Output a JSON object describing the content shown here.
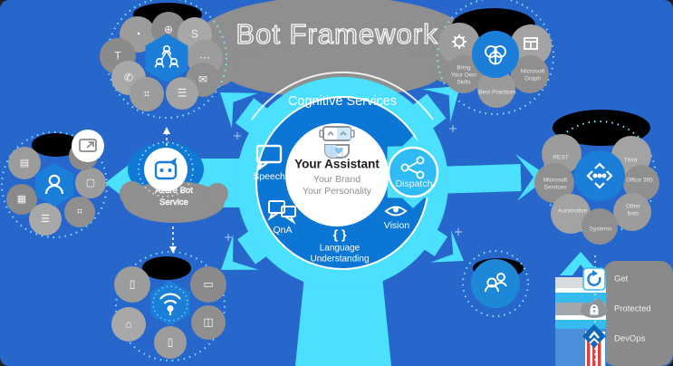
{
  "title": "Bot Framework",
  "cognitive": {
    "label": "Cognitive Services",
    "assistant_name": "Your Assistant",
    "brand": "Your Brand",
    "personality": "Your Personality",
    "services": {
      "speech": "Speech",
      "qna": "QnA",
      "braces": "{ }",
      "language_line1": "Language",
      "language_line2": "Understanding",
      "vision": "Vision",
      "dispatch": "Dispatch"
    }
  },
  "azure_bot_service": {
    "line1": "Azure Bot",
    "line2": "Service"
  },
  "clusters": {
    "skills": {
      "left_line1": "Bring",
      "left_line2": "Your Own",
      "left_line3": "Skills",
      "right_line1": "Microsoft",
      "right_line2": "Graph",
      "bottom": "Best Practices"
    },
    "integrations": {
      "tl": "REST",
      "ml1": "Microsoft",
      "ml2": "Services",
      "bl": "Automotive",
      "tr": "Third",
      "mr": "Office 365",
      "br1": "Other",
      "br2": "bots",
      "bc": "Systems"
    }
  },
  "deployment": {
    "item1": "Get",
    "item2": "Protected",
    "item3": "DevOps"
  },
  "icons": {
    "petals_channels": [
      "◔",
      "⊕",
      "S",
      "T",
      "⋯",
      "✆",
      "✉",
      "⌗",
      "☰"
    ],
    "petals_users": [
      "▤",
      "▦",
      "☰",
      "⌗",
      "▢"
    ],
    "petals_devices": [
      "▯",
      "▭",
      "⌂",
      "◫",
      "▯"
    ]
  },
  "colors": {
    "background": "#2766cb",
    "cyan": "#4be0fd",
    "cognitive_blue": "#0c76d4",
    "dispatch_blue": "#2fbbf3",
    "hex_blue": "#1b7ed8",
    "gray_blob": "#8f8f8f",
    "black": "#000000",
    "white": "#ffffff"
  }
}
